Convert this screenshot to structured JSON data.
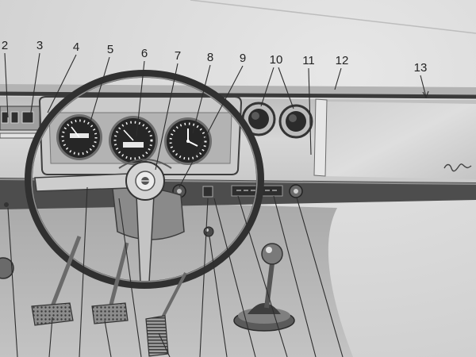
{
  "figure": {
    "callouts": [
      "2",
      "3",
      "4",
      "5",
      "6",
      "7",
      "8",
      "9",
      "10",
      "11",
      "12",
      "13"
    ]
  },
  "colors": {
    "paper": "#dcdcdc",
    "ink": "#262626",
    "dash_dark": "#4a4a4a",
    "footwell": "#bcbcbc"
  }
}
